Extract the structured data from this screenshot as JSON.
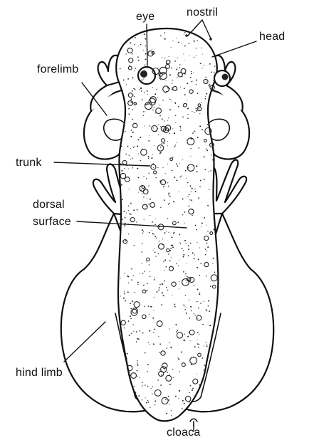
{
  "labels": {
    "eye": "eye",
    "nostril": "nostril",
    "head": "head",
    "forelimb": "forelimb",
    "trunk": "trunk",
    "dorsal_line1": "dorsal",
    "dorsal_line2": "surface",
    "hind_limb": "hind limb",
    "cloaca": "cloaca"
  },
  "colors": {
    "ink": "#111111",
    "background": "#ffffff"
  }
}
